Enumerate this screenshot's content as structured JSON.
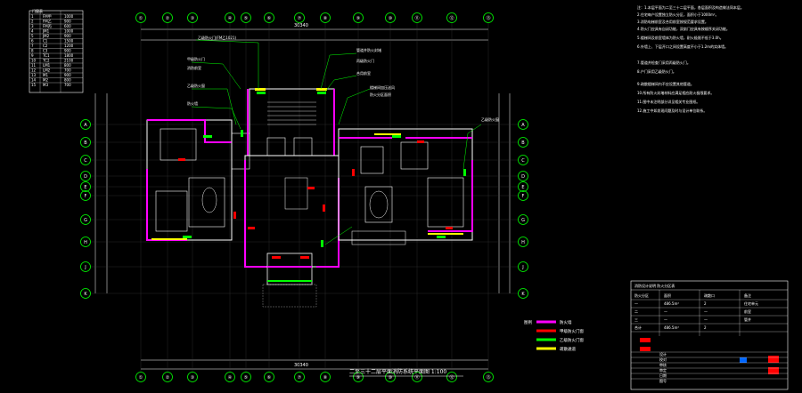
{
  "drawing": {
    "title": "二至三十二层平面消防系统平面图 1:100",
    "colors": {
      "background": "#000000",
      "wall": "#ffffff",
      "fire_wall": "#ff00ff",
      "fire_door": "#ff0000",
      "green_line": "#00ff00",
      "yellow": "#ffff00",
      "axis_green": "#00ff00",
      "grey": "#888888"
    },
    "top_axes": [
      "①",
      "②",
      "③",
      "④",
      "⑤",
      "⑥",
      "⑦",
      "⑧",
      "⑨",
      "⑩",
      "⑪",
      "⑫",
      "⑬"
    ],
    "bottom_axes": [
      "①",
      "②",
      "③",
      "④",
      "⑤",
      "⑥",
      "⑦",
      "⑧",
      "⑨",
      "⑩",
      "⑪",
      "⑫",
      "⑬"
    ],
    "left_axes": [
      "A",
      "B",
      "C",
      "D",
      "E",
      "F",
      "G",
      "H",
      "J",
      "K"
    ],
    "right_axes": [
      "A",
      "B",
      "C",
      "D",
      "E",
      "F",
      "G",
      "H",
      "J",
      "K"
    ],
    "dim_top": "30340",
    "dim_bottom": "30340"
  },
  "legend": {
    "items": [
      {
        "key": "图例",
        "label": "防火墙",
        "color": "#ff00ff"
      },
      {
        "key": "",
        "label": "甲级防火门窗",
        "color": "#ff0000"
      },
      {
        "key": "",
        "label": "乙级防火门窗",
        "color": "#00ff00"
      },
      {
        "key": "",
        "label": "疏散通道",
        "color": "#ffff00"
      }
    ]
  },
  "notes": {
    "lines": [
      "注：1.本层平面为二至三十二层平面，各层面积及构造做法同本层。",
      "2.住宅每户设置独立防火分区，面积小于1000m²。",
      "3.消防电梯前室及合用前室按规范要求设置。",
      "4.防火门应具有自闭功能，双扇门应具有按顺序关闭功能。",
      "5.楼梯间及前室墙体为防火墙，耐火极限不低于3.0h。",
      "6.外墙上、下层开口之间设置高度不小于1.2m的实体墙。",
      "7.管道井检查门采用丙级防火门。",
      "8.户门采用乙级防火门。",
      "9.疏散楼梯间内不应设置其他管道。",
      "10.所有防火封堵材料应满足相应耐火极限要求。",
      "11.图中未注明部分详见相关专业图纸。",
      "12.施工中如发现问题及时与设计单位联系。"
    ]
  },
  "schedule_table": {
    "rows": [
      [
        "1",
        "FM甲",
        "1000"
      ],
      [
        "2",
        "FM乙",
        "900"
      ],
      [
        "3",
        "FM丙",
        "600"
      ],
      [
        "4",
        "JM1",
        "1000"
      ],
      [
        "5",
        "JM2",
        "900"
      ],
      [
        "6",
        "C1",
        "1500"
      ],
      [
        "7",
        "C2",
        "1200"
      ],
      [
        "8",
        "C3",
        "900"
      ],
      [
        "9",
        "TC1",
        "1800"
      ],
      [
        "10",
        "TC2",
        "2100"
      ],
      [
        "11",
        "LM1",
        "800"
      ],
      [
        "12",
        "LM2",
        "700"
      ],
      [
        "13",
        "M1",
        "900"
      ],
      [
        "14",
        "M2",
        "800"
      ],
      [
        "15",
        "M3",
        "700"
      ]
    ]
  },
  "title_block": {
    "header": "消防设计说明 防火分区表",
    "rows": [
      [
        "防火分区",
        "面积",
        "疏散口",
        "备注"
      ],
      [
        "一",
        "486.5m²",
        "2",
        "住宅单元"
      ],
      [
        "二",
        "—",
        "—",
        "前室"
      ],
      [
        "三",
        "—",
        "—",
        "管井"
      ],
      [
        "合计",
        "486.5m²",
        "2",
        ""
      ]
    ],
    "footer": [
      "设计",
      "校对",
      "审核",
      "审定",
      "日期",
      "图号"
    ]
  }
}
